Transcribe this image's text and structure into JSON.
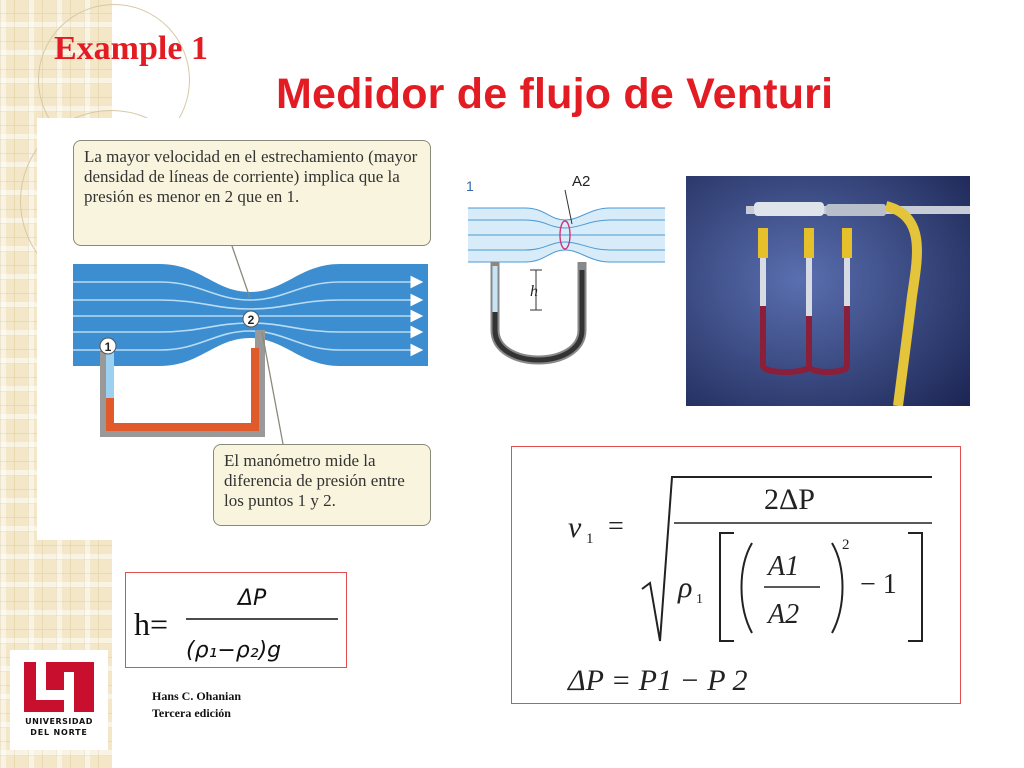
{
  "slide": {
    "example_label": "Example 1",
    "title": "Medidor de flujo de Venturi"
  },
  "callouts": {
    "top": "La mayor velocidad en el estrechamiento (mayor densidad de líneas de corriente) implica que la presión es menor en 2 que en 1.",
    "bottom": "El manómetro mide la diferencia de presión entre los puntos 1 y 2."
  },
  "diagram_left": {
    "point_1": "1",
    "point_2": "2"
  },
  "diagram_middle": {
    "label_a1": "1",
    "label_a2": "A2",
    "label_h": "h"
  },
  "formula_h": {
    "lhs": "h=",
    "numerator": "ΔP",
    "denominator": "(ρ₁−ρ₂)g"
  },
  "formula_v": {
    "lhs_var": "v",
    "lhs_sub": "1",
    "equals": "=",
    "num": "2ΔP",
    "rho": "ρ",
    "rho_sub": "1",
    "frac_top": "A1",
    "frac_bot": "A2",
    "exponent": "2",
    "minus_one": "− 1",
    "delta_p_eq": "ΔP = P1 − P 2"
  },
  "credit": {
    "line1": "Hans C. Ohanian",
    "line2": "Tercera edición"
  },
  "logo": {
    "letters": "UN",
    "line1": "UNIVERSIDAD",
    "line2": "DEL NORTE"
  },
  "colors": {
    "title": "#e31b23",
    "flow": "#3d8ed0",
    "mercury": "#e05a2b"
  }
}
